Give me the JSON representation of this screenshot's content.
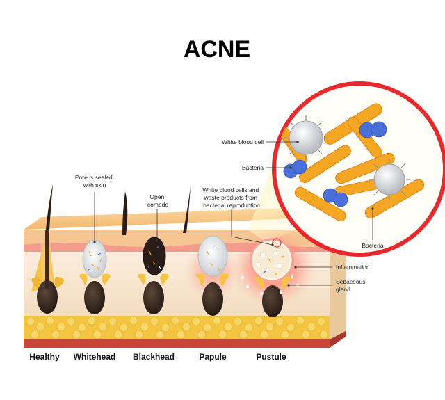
{
  "title": "ACNE",
  "stages": [
    {
      "name": "Healthy"
    },
    {
      "name": "Whitehead"
    },
    {
      "name": "Blackhead"
    },
    {
      "name": "Papule"
    },
    {
      "name": "Pustule"
    }
  ],
  "annotations": {
    "pore_sealed": [
      "Pore is sealed",
      "with skin"
    ],
    "open_comedo": [
      "Open",
      "comedo"
    ],
    "wbc_waste": [
      "White blood cells and",
      "waste products from",
      "bacterial reproduction"
    ],
    "white_blood_cell": "White blood cell",
    "bacteria_left": "Bacteria",
    "bacteria_right": "Bacteria",
    "inflammation": "Inflammation",
    "sebaceous": [
      "Sebaceous",
      "gland"
    ]
  },
  "colors": {
    "skin_top": "#f7c98a",
    "dermis": "#f8e6d2",
    "fat": "#f3c441",
    "muscle": "#c9453a",
    "follicle": "#3b2a22",
    "inflammation_red": "#e53935",
    "magnifier_ring": "#e8282b",
    "bacteria_orange": "#f5a623",
    "cocci_blue": "#4a6fd8"
  }
}
